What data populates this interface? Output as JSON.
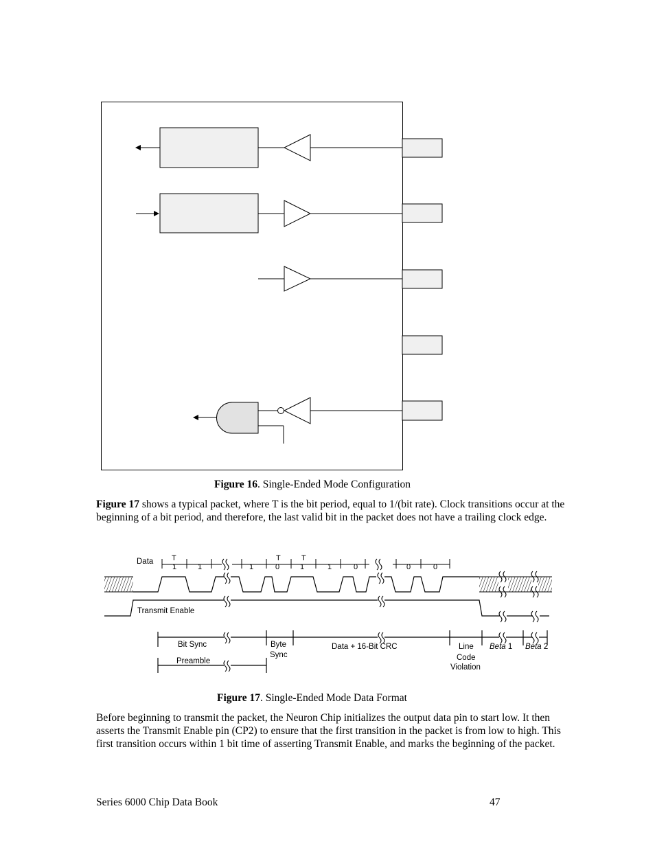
{
  "figure16": {
    "caption_label": "Figure 16",
    "caption_text": ". Single-Ended Mode Configuration"
  },
  "paragraph1": {
    "lead": "Figure 17",
    "text": " shows a typical packet, where T is the bit period, equal to 1/(bit rate).  Clock transitions occur at the beginning of a bit period, and therefore, the last valid bit in the packet does not have a trailing clock edge."
  },
  "figure17": {
    "data_label": "Data",
    "period_labels": [
      "T",
      "T",
      "T"
    ],
    "bits": [
      "1",
      "1",
      "1",
      "0",
      "1",
      "1",
      "0",
      "0",
      "0"
    ],
    "transmit_enable": "Transmit Enable",
    "bit_sync": "Bit Sync",
    "byte_sync_1": "Byte",
    "byte_sync_2": "Sync",
    "data_crc": "Data + 16-Bit CRC",
    "line_1": "Line",
    "line_2": "Code",
    "line_3": "Violation",
    "beta1_italic": "Beta",
    "beta1_num": " 1",
    "beta2_italic": "Beta",
    "beta2_num": " 2",
    "preamble": "Preamble",
    "caption_label": "Figure 17",
    "caption_text": ". Single-Ended Mode Data Format"
  },
  "paragraph2": {
    "text": "Before beginning to transmit the packet, the Neuron Chip initializes the output data pin to start low.  It then asserts the Transmit Enable pin (CP2) to ensure that the first transition in the packet is from low to high.  This first transition occurs within 1 bit time of asserting Transmit Enable, and marks the beginning of the packet."
  },
  "footer": {
    "title": "Series 6000 Chip Data Book",
    "page": "47"
  }
}
